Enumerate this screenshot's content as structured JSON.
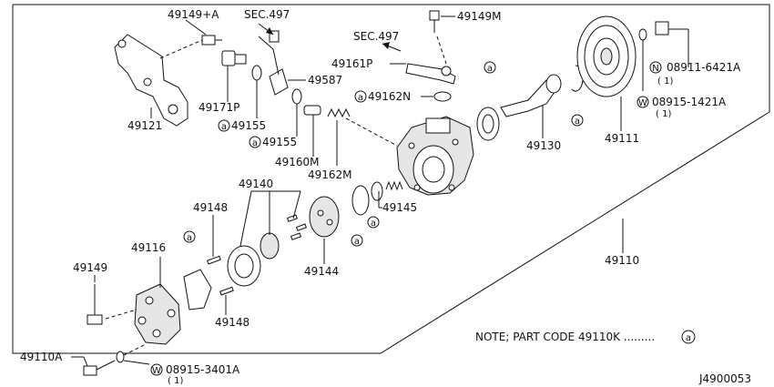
{
  "diagram": {
    "labels": {
      "p49149A": "49149+A",
      "sec497a": "SEC.497",
      "p49149M": "49149M",
      "sec497b": "SEC.497",
      "p49161P": "49161P",
      "p49587": "49587",
      "p49162N": "49162N",
      "p49121": "49121",
      "p49171P": "49171P",
      "p49155a": "49155",
      "p49155b": "49155",
      "p49160M": "49160M",
      "p49162M": "49162M",
      "p49130": "49130",
      "p49111": "49111",
      "p08911": "08911-6421A",
      "p08911q": "( 1)",
      "p08915a": "08915-1421A",
      "p08915aq": "( 1)",
      "p49140": "49140",
      "p49148a": "49148",
      "p49116": "49116",
      "p49145": "49145",
      "p49149": "49149",
      "p49144": "49144",
      "p49110": "49110",
      "p49148b": "49148",
      "p49110A": "49110A",
      "p08915b": "08915-3401A",
      "p08915bq": "( 1)",
      "note": "NOTE; PART CODE 49110K .........",
      "code": "J4900053"
    },
    "marks": {
      "a": "a",
      "N": "N",
      "W": "W"
    }
  }
}
